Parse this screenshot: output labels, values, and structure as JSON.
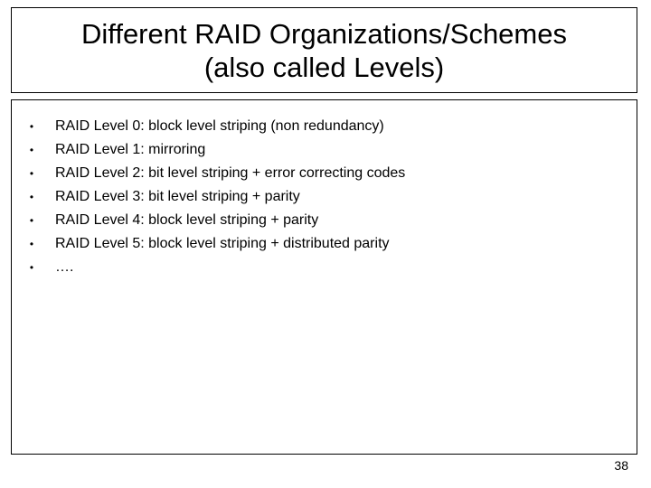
{
  "slide": {
    "title_lines": [
      "Different RAID Organizations/Schemes",
      "(also called Levels)"
    ],
    "bullet_symbol": "•",
    "bullets": [
      "RAID Level 0: block level striping (non redundancy)",
      "RAID Level 1: mirroring",
      "RAID Level 2: bit level striping + error correcting codes",
      "RAID Level 3: bit level striping + parity",
      "RAID Level 4: block level striping + parity",
      "RAID Level 5: block level striping + distributed parity",
      "…."
    ],
    "page_number": "38"
  }
}
